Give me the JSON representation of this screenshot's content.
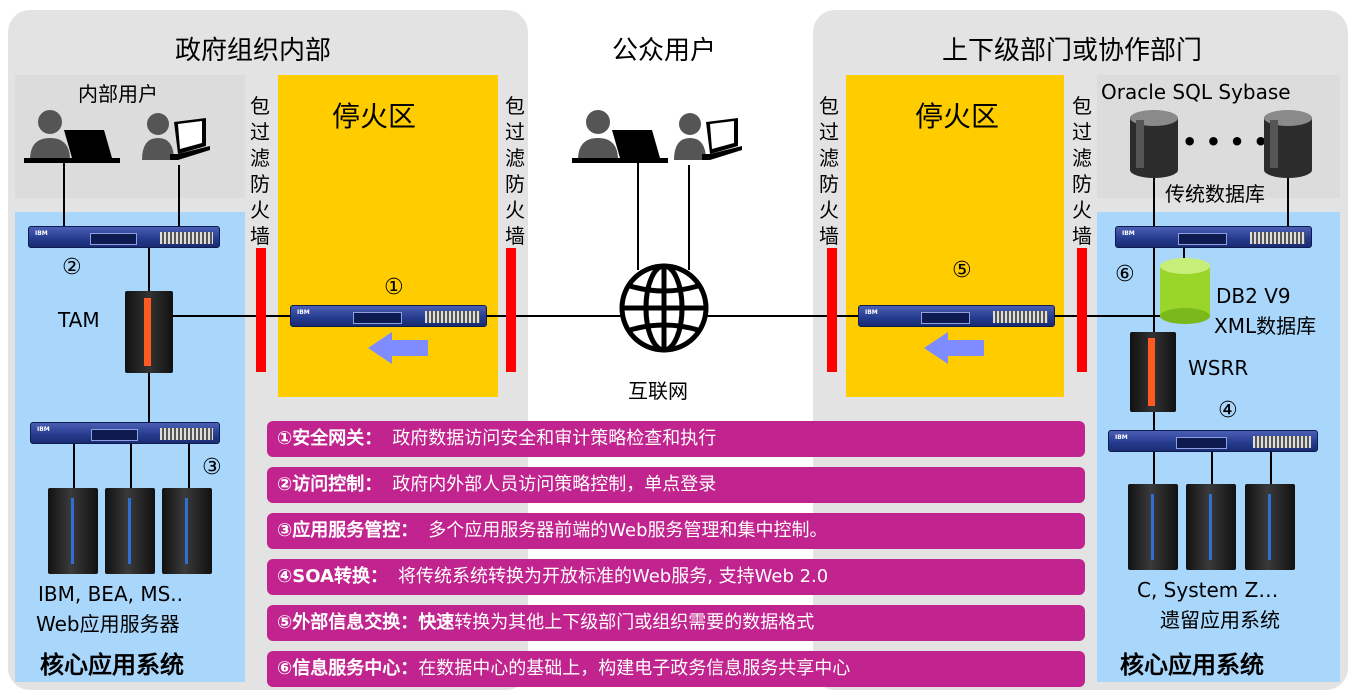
{
  "regions": {
    "left_title": "政府组织内部",
    "center_title": "公众用户",
    "right_title": "上下级部门或协作部门"
  },
  "left": {
    "users_label": "内部用户",
    "tam_label": "TAM",
    "num_2": "②",
    "num_3": "③",
    "servers_label_1": "IBM, BEA, MS..",
    "servers_label_2": "Web应用服务器",
    "core_label": "核心应用系统"
  },
  "dmz_left": {
    "title": "停火区",
    "num": "①"
  },
  "dmz_right": {
    "title": "停火区",
    "num": "⑤"
  },
  "firewall_label": "包过滤防火墙",
  "internet_label": "互联网",
  "right": {
    "db_label_top": "Oracle SQL Sybase",
    "dots": "• • • •",
    "db_label_bottom": "传统数据库",
    "num_6": "⑥",
    "db2_label_1": "DB2 V9",
    "db2_label_2": "XML数据库",
    "wsrr_label": "WSRR",
    "num_4": "④",
    "legacy_label_1": "C, System Z…",
    "legacy_label_2": "遗留应用系统",
    "core_label": "核心应用系统"
  },
  "legend": [
    {
      "head": "①安全网关：",
      "text": "政府数据访问安全和审计策略检查和执行"
    },
    {
      "head": "②访问控制：",
      "text": "政府内外部人员访问策略控制，单点登录"
    },
    {
      "head": "③应用服务管控：",
      "text": "多个应用服务器前端的Web服务管理和集中控制。"
    },
    {
      "head": "④SOA转换：",
      "text": "将传统系统转换为开放标准的Web服务, 支持Web 2.0"
    },
    {
      "head": "⑤外部信息交换：快速",
      "text": "转换为其他上下级部门或组织需要的数据格式"
    },
    {
      "head": "⑥信息服务中心：",
      "text": "在数据中心的基础上，构建电子政务信息服务共享中心"
    }
  ],
  "device_brand": "IBM",
  "colors": {
    "region_gray": "#e3e3e3",
    "core_blue": "#a9d6fb",
    "dmz_yellow": "#ffcc00",
    "firewall_red": "#ff0000",
    "legend_magenta": "#c2248f",
    "appliance_blue": "#243a8c",
    "arrow_blue": "#7f8cff",
    "db2_green": "#9ad62a"
  },
  "icons": [
    "user-laptop-icon",
    "globe-icon",
    "database-icon",
    "appliance-icon",
    "server-rack-icon",
    "arrow-left-icon"
  ]
}
